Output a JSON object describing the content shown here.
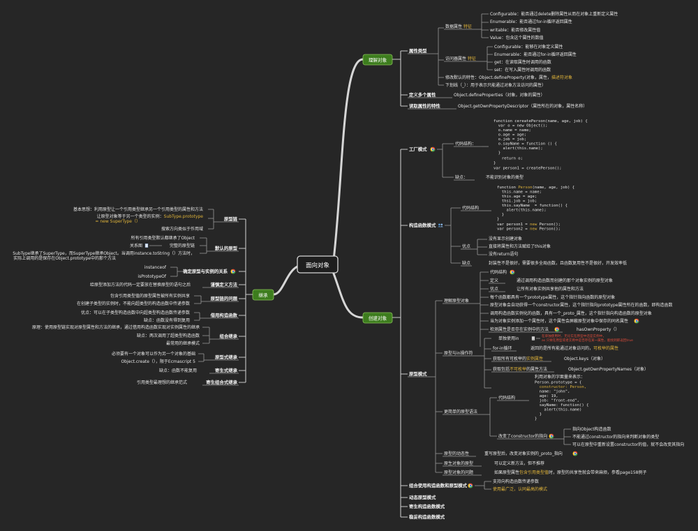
{
  "root": "面向对象",
  "branches": {
    "understand": "理解对象",
    "create": "创建对象",
    "inherit": "继承"
  },
  "understand": {
    "prop_type": "属性类型",
    "data_prop": "数据属性",
    "data_prop_note": "特征",
    "configurable": "Configurable：能否通过delete删除属性从而在对象上重新定义属性",
    "enumerable": "Enumerable：能否通过for-in循环返回属性",
    "writable": "writable：能否修改属性值",
    "value": "Value：包含这个属性的数值",
    "accessor_prop": "访问器属性",
    "accessor_note": "特征",
    "acc_configurable": "Configurable：能够在对象定义属性",
    "acc_enumerable": "Enumerable：能否通过for-in循环返回属性",
    "acc_get": "get：在读取属性时调用的函数",
    "acc_set": "set：在写入属性时调用的函数",
    "modify_prefix": "修改默认的特性：Object.defineProperty(对象，属性，",
    "modify_suffix": "描述符对象",
    "underscore_tip": "下划线（_）：用于表示只能通过对象方法访问的属性）",
    "define_multi": "定义多个属性",
    "define_multi_val": "Object.defineProperties（对象，对象的属性）",
    "read_attr": "读取属性的特性",
    "read_attr_val": "Object.getOwnPropertyDescriptor（属性所在的对象，属性名称）"
  },
  "create": {
    "factory": "工厂模式",
    "code_struct": "代码结构：",
    "factory_code": [
      "function cereatePerson(name, age, job) {",
      "  var o = new Object();",
      "  o.name = name;",
      "  o.age = age;",
      "  o.job = job;",
      "  o.sayName = function () {",
      "    alert(this.name);",
      "  }",
      "  return o;",
      "}",
      "var person1 = createPerson();"
    ],
    "factory_cons_label": "缺点：",
    "factory_cons": "不能识别对象的类型",
    "ctor": "构造函数模式",
    "ctor_code_label": "代码结构",
    "ctor_code": {
      "l1a": "function ",
      "l1b": "Person",
      "l1c": "(name, age, job) {",
      "l2": "  this.name = name;",
      "l3": "  this.age = age;",
      "l4": "  thsi.job = job;",
      "l5": "  this.sayName  = function() {",
      "l6": "    alert(this.name);",
      "l7": "  }",
      "l8": "}",
      "l9a": "var person1 = ",
      "l9b": "new",
      "l9c": " Person();",
      "l10a": "var person2 = ",
      "l10b": "new",
      "l10c": " Person();"
    },
    "ctor_pros_label": "优点",
    "ctor_pros": [
      "没有显示创建对象",
      "直接将属性和方法赋给了this对象",
      "没有return语句"
    ],
    "ctor_cons_label": "缺点",
    "ctor_cons": "封装性不是很好，需要很多全局函数，且函数复用性不是很好，开发效率低",
    "proto": "原型模式",
    "understand_proto": "理解原型对象",
    "proto_code_label": "代码结构",
    "proto_define": "定义",
    "proto_define_val": "通过调用构造函数而创建的那个对象实例的原型对象",
    "proto_pro": "优点",
    "proto_pro_val": "让所有对象实例共享他的属性和方法",
    "proto_items": [
      "每个函数都具有一个prototype属性，这个指针指向函数的原型对象",
      "原型对象会自动获得一个constructor属性，这个指针指向prototype属性所在的函数，即构造函数",
      "调用构造函数实例化的函数，具有一个_proto_属性，这个指针指向构造函数的原型对象",
      "当为对象实例添加一个属性时，这个属性会屏蔽原型对象中保存的同名属性"
    ],
    "check_own": "检测属性是否存在实例中的方法",
    "check_own_val": "hasOwnProperty（）",
    "proto_in": "原型与in操作符",
    "use_in": "单独使用in",
    "use_in_note1": "在单独使用时，无论实在原型中还是实例中，",
    "use_in_note2": "as 只要在原型或者实例中是否存在某一属性，能找到即返回true",
    "forin": "for-in循环",
    "forin_val_a": "返回的是所有能通过对象访问的，",
    "forin_val_b": "可枚举的属性",
    "get_enum_a": "获取所有可枚举的",
    "get_enum_b": "实例属性",
    "get_enum_val": "Object.keys（对象）",
    "get_nonenum_a": "获取包括",
    "get_nonenum_b": "不可枚举",
    "get_nonenum_c": "的属性方法",
    "get_nonenum_val": "Object.getOwnPropertyNames（对象）",
    "simple_proto": "更简单的原型语法",
    "simple_code_label": "代码结构",
    "simple_intro": "利用对象的字面量来表示：",
    "simple_code": {
      "l1": "Person.prototype = {",
      "l2": "  constructor: Person,",
      "l3": "  name: \"john\",",
      "l4": "  age: 19,",
      "l5": "  job: \"front-end\",",
      "l6": "  sayName: function() {",
      "l7": "    alert(this.name)",
      "l8": "  }",
      "l9": "}"
    },
    "change_ctor": "改变了constructor的指向",
    "change_ctor_items": [
      "指向Object构造函数",
      "不能通过constructor的指向来判断对象的类型",
      "可以在原型中重新设置constructor的值，就不会改变其指向"
    ],
    "proto_dynamic": "原型的动态性",
    "proto_dynamic_val": "重写原型后，改变对象实例的_proto_指向",
    "native_proto": "原生对象的原型",
    "native_proto_val": "可以定义新方法，但不推荐",
    "proto_issue": "原型对象的问题",
    "proto_issue_a": "如果原型属性",
    "proto_issue_b": "包含引用类型值",
    "proto_issue_c": "时，原型的共享性就会带来麻烦，参看page158例子",
    "combo": "组合使用构造函数和原型模式",
    "combo_items": [
      "支持向构造函数传递参数",
      "使用最广泛，认同最高的模式"
    ],
    "dynamic_proto": "动态原型模式",
    "parasitic_ctor": "寄生构造函数模式",
    "durable_ctor": "稳妥构造函数模式"
  },
  "inherit": {
    "proto_chain": "原型链",
    "basic_idea": "基本思想：利用原型让一个引用类型继承另一个引用类型的属性和方法",
    "impl_a": "让原型对象等于另一个类型的实例：",
    "impl_b": "SubType.prototype",
    "impl_c": "= new SuperType（）",
    "search": "搜索方向类似于作用域",
    "default_proto": "默认的原型",
    "default_a": "所有引用类型默认都继承了Object",
    "default_b_label": "关系图",
    "default_b_val": "完整的原型链",
    "default_c": "SubType继承了SuperType，而SuperType继承Object。当调用instance.toString（）方法时，",
    "default_d": "实际上调用的是保存在Object.prototype中的那个方法",
    "determine": "确定原型与实例的关系",
    "instanceof": "instanceof",
    "isproto": "isPrototypeOf",
    "careful": "谨慎定义方法",
    "careful_val": "给原型添加方法的代码一定要放在替换原型的语句之后",
    "chain_issue": "原型链的问题",
    "chain_issue_a": "包含引用类型值的原型属性被所有实例共享",
    "chain_issue_b": "在创建子类型的实例时，不能向超类型的构造函数中传递参数",
    "borrow": "借用构造函数",
    "borrow_pro": "优点：可以在子类型构造函数中向超类型构造函数传递参数",
    "borrow_con": "缺点：函数没有得到复用",
    "combo": "组合继承",
    "combo_principle": "原理：使用原型链实现对原型属性和方法的继承，通过借用构造函数实现对实例属性的继承",
    "combo_con": "缺点：两次调用了超类型构造函数",
    "combo_common": "最常用的继承模式",
    "prototypal": "原型式继承",
    "prototypal_a": "必须要有一个对象可以作为另一个对象的基础",
    "prototypal_b": "Object.create（），限于Ecmascript 5",
    "parasitic": "寄生式继承",
    "parasitic_val": "缺点：函数不能复用",
    "parasitic_combo": "寄生组合式继承",
    "parasitic_combo_val": "引用类型最理想的继承范式"
  },
  "colors": {
    "background": "#262626",
    "branch_fill": "#3d7d1e",
    "root_fill": "#1e1e1e",
    "accent": "#e0b43a",
    "warning": "#d94a3a"
  },
  "icons": [
    "chrome-icon",
    "people-icon",
    "document-icon"
  ]
}
